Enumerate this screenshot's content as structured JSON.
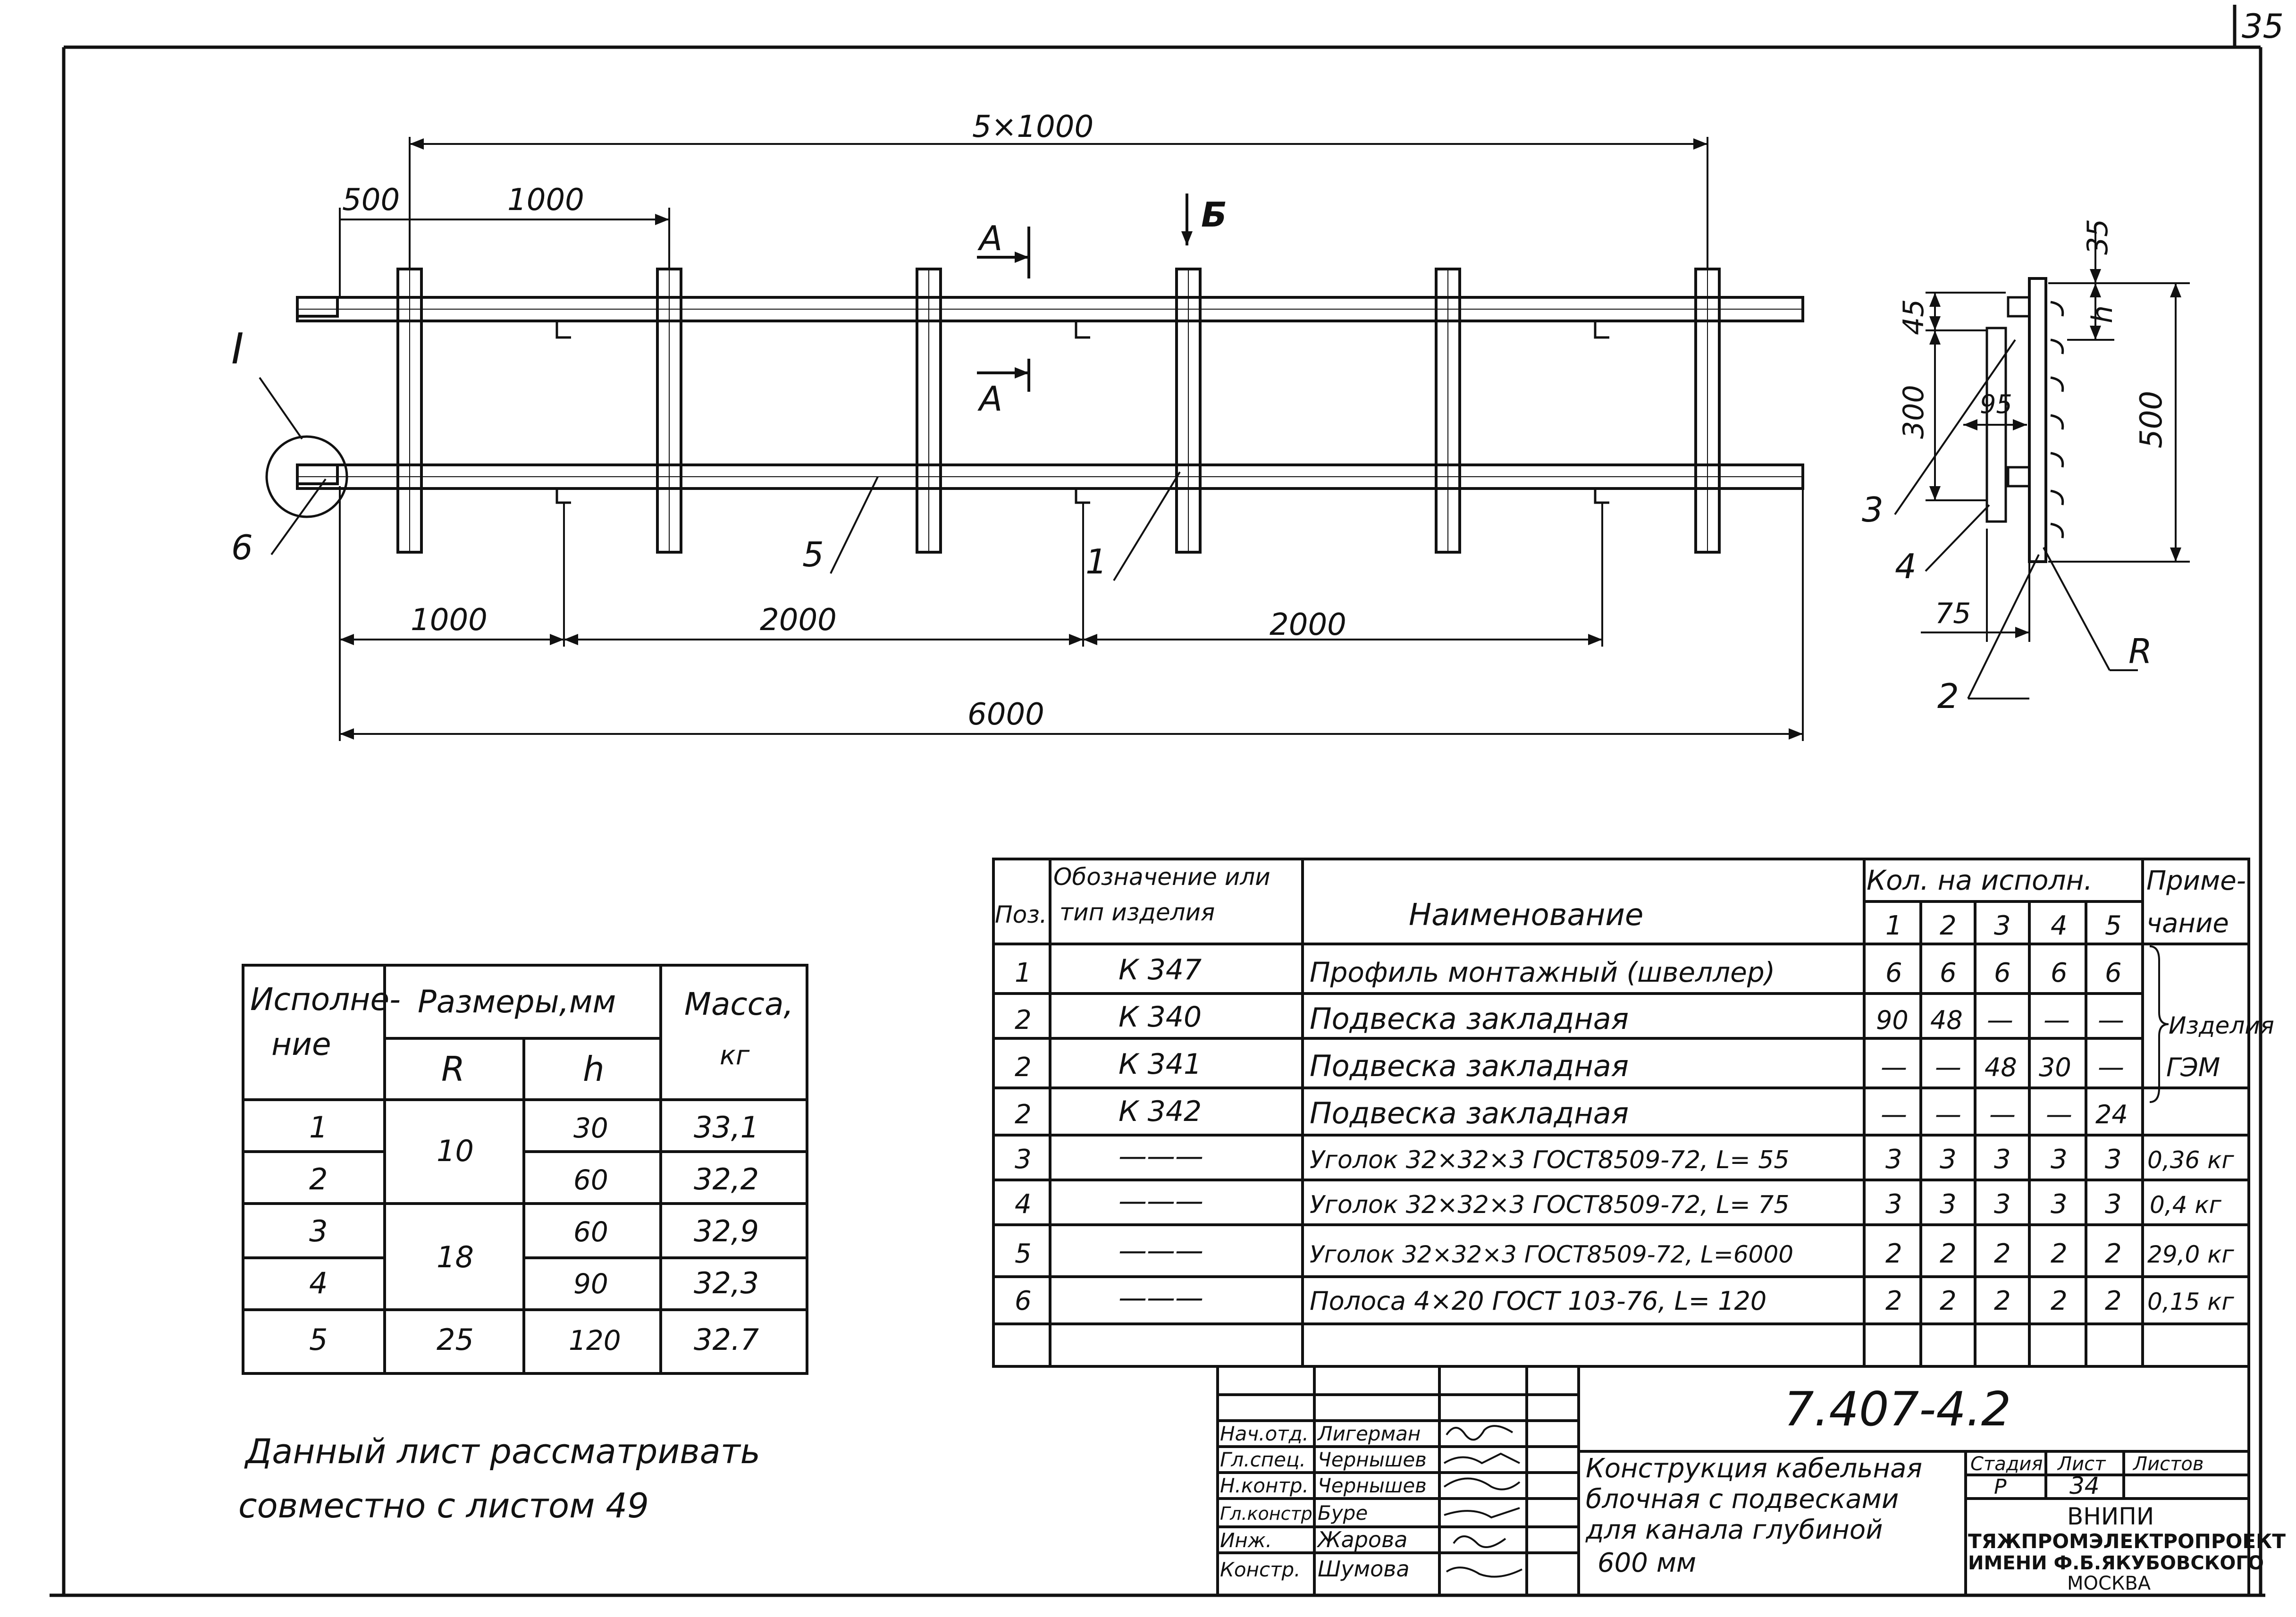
{
  "sheet_corner_number": "35",
  "plan": {
    "overall_step_dim": "5×1000",
    "dim_500": "500",
    "dim_1000_top": "1000",
    "section_A_top": "A",
    "section_A_bottom": "A",
    "view_B": "Б",
    "detail_I": "I",
    "dims_bottom": [
      "1000",
      "2000",
      "2000"
    ],
    "dim_total": "6000",
    "callouts": {
      "c6": "6",
      "c5": "5",
      "c1": "1"
    }
  },
  "side_view": {
    "dim_35": "35",
    "dim_45": "45",
    "dim_h": "h",
    "dim_300": "300",
    "dim_95": "95",
    "dim_500": "500",
    "dim_75": "75",
    "callouts": {
      "c3": "3",
      "c4": "4",
      "c2": "2",
      "cR": "R"
    }
  },
  "variants_table": {
    "header_execution": "Исполне-ние",
    "header_execution_l1": "Исполне-",
    "header_execution_l2": "ние",
    "header_sizes": "Размеры,мм",
    "header_mass_l1": "Масса,",
    "header_mass_l2": "кг",
    "sub_R": "R",
    "sub_h": "h",
    "rows": [
      {
        "n": "1",
        "R": "10",
        "h": "30",
        "mass": "33,1"
      },
      {
        "n": "2",
        "R": "",
        "h": "60",
        "mass": "32,2"
      },
      {
        "n": "3",
        "R": "18",
        "h": "60",
        "mass": "32,9"
      },
      {
        "n": "4",
        "R": "",
        "h": "90",
        "mass": "32,3"
      },
      {
        "n": "5",
        "R": "25",
        "h": "120",
        "mass": "32.7"
      }
    ]
  },
  "note": {
    "line1": "Данный лист рассматривать",
    "line2": "совместно с листом 49"
  },
  "spec_table": {
    "h_pos": "Поз.",
    "h_desig_l1": "Обозначение или",
    "h_desig_l2": "тип изделия",
    "h_name": "Наименование",
    "h_qty": "Кол. на исполн.",
    "h_qty_cols": [
      "1",
      "2",
      "3",
      "4",
      "5"
    ],
    "h_note_l1": "Приме-",
    "h_note_l2": "чание",
    "rows": [
      {
        "pos": "1",
        "desig": "К 347",
        "name": "Профиль монтажный (швеллер)",
        "q": [
          "6",
          "6",
          "6",
          "6",
          "6"
        ],
        "note": ""
      },
      {
        "pos": "2",
        "desig": "К 340",
        "name": "Подвеска закладная",
        "q": [
          "90",
          "48",
          "—",
          "—",
          "—"
        ],
        "note": "Изделия"
      },
      {
        "pos": "2",
        "desig": "К 341",
        "name": "Подвеска закладная",
        "q": [
          "—",
          "—",
          "48",
          "30",
          "—"
        ],
        "note": "ГЭМ"
      },
      {
        "pos": "2",
        "desig": "К 342",
        "name": "Подвеска закладная",
        "q": [
          "—",
          "—",
          "—",
          "—",
          "24"
        ],
        "note": ""
      },
      {
        "pos": "3",
        "desig": "———",
        "name": "Уголок 32×32×3 ГОСТ8509-72, L= 55",
        "q": [
          "3",
          "3",
          "3",
          "3",
          "3"
        ],
        "note": "0,36 кг"
      },
      {
        "pos": "4",
        "desig": "———",
        "name": "Уголок 32×32×3 ГОСТ8509-72, L= 75",
        "q": [
          "3",
          "3",
          "3",
          "3",
          "3"
        ],
        "note": "0,4 кг"
      },
      {
        "pos": "5",
        "desig": "———",
        "name": "Уголок 32×32×3 ГОСТ8509-72, L=6000",
        "q": [
          "2",
          "2",
          "2",
          "2",
          "2"
        ],
        "note": "29,0 кг"
      },
      {
        "pos": "6",
        "desig": "———",
        "name": "Полоса 4×20 ГОСТ 103-76, L= 120",
        "q": [
          "2",
          "2",
          "2",
          "2",
          "2"
        ],
        "note": "0,15 кг"
      }
    ]
  },
  "title_block": {
    "doc_code": "7.407-4.2",
    "roles": [
      {
        "role": "Нач.отд.",
        "name": "Лигерман"
      },
      {
        "role": "Гл.спец.",
        "name": "Чернышев"
      },
      {
        "role": "Н.контр.",
        "name": "Чернышев"
      },
      {
        "role": "Гл.констр.",
        "name": "Буре"
      },
      {
        "role": "Инж.",
        "name": "Жарова"
      },
      {
        "role": "Констр.",
        "name": "Шумова"
      }
    ],
    "title_l1": "Конструкция кабельная",
    "title_l2": "блочная с подвесками",
    "title_l3": "для канала глубиной",
    "title_l4": "600 мм",
    "stage_label": "Стадия",
    "sheet_label": "Лист",
    "sheets_label": "Листов",
    "stage_value": "Р",
    "sheet_value": "34",
    "org_l1": "ВНИПИ",
    "org_l2": "ТЯЖПРОМЭЛЕКТРОПРОЕКТ",
    "org_l3": "ИМЕНИ Ф.Б.ЯКУБОВСКОГО",
    "org_l4": "МОСКВА"
  }
}
